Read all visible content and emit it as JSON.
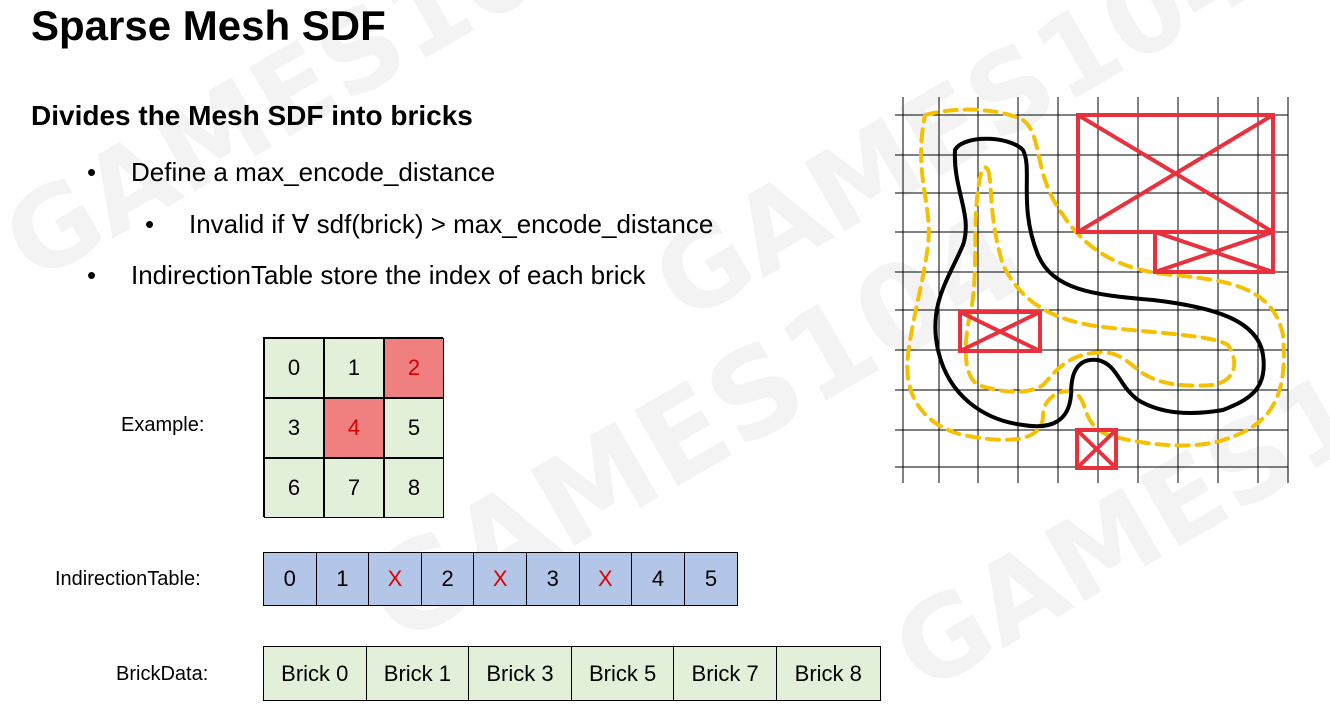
{
  "slide": {
    "title": "Sparse Mesh SDF",
    "subtitle": "Divides the Mesh SDF into bricks",
    "bullets": [
      {
        "marker": "•",
        "text": "Define a max_encode_distance"
      },
      {
        "marker": "•",
        "text": "Invalid if ∀ sdf(brick) > max_encode_distance"
      },
      {
        "marker": "•",
        "text": "IndirectionTable store the index of each brick"
      }
    ]
  },
  "example": {
    "label": "Example:",
    "cells": [
      {
        "value": "0",
        "invalid": false
      },
      {
        "value": "1",
        "invalid": false
      },
      {
        "value": "2",
        "invalid": true
      },
      {
        "value": "3",
        "invalid": false
      },
      {
        "value": "4",
        "invalid": true
      },
      {
        "value": "5",
        "invalid": false
      },
      {
        "value": "6",
        "invalid": false
      },
      {
        "value": "7",
        "invalid": false
      },
      {
        "value": "8",
        "invalid": false
      }
    ]
  },
  "indirection_table": {
    "label": "IndirectionTable:",
    "cells": [
      "0",
      "1",
      "X",
      "2",
      "X",
      "3",
      "X",
      "4",
      "5"
    ]
  },
  "brick_data": {
    "label": "BrickData:",
    "cells": [
      "Brick 0",
      "Brick 1",
      "Brick 3",
      "Brick 5",
      "Brick 7",
      "Brick 8"
    ]
  },
  "watermark": {
    "text": "GAMES104",
    "color": "#f3f3f3"
  },
  "colors": {
    "valid_cell": "#e2efd9",
    "invalid_cell": "#f08080",
    "invalid_text": "#d00000",
    "table_cell": "#b4c6e7",
    "invalid_brick_box": "#e8313c",
    "encode_boundary": "#f5c000",
    "mesh_outline": "#000000"
  }
}
